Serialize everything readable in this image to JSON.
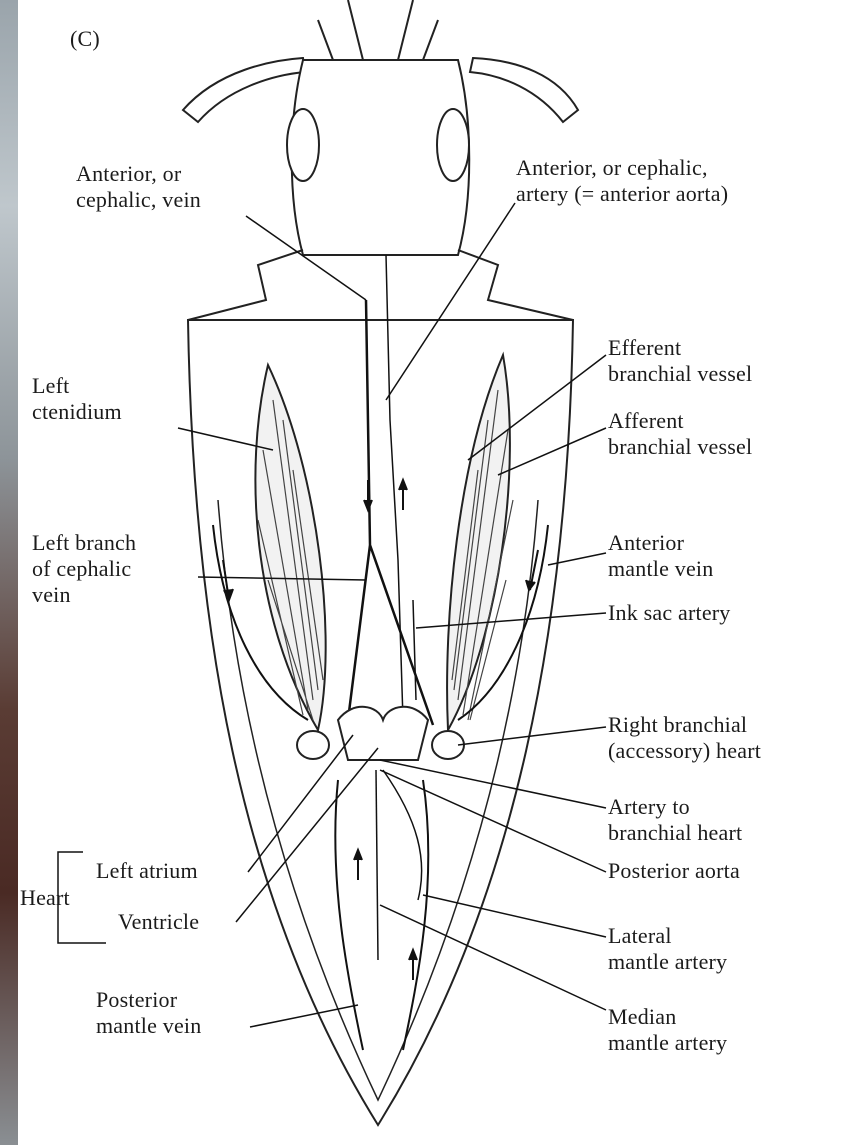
{
  "figure": {
    "panel_label": "(C)",
    "labels": {
      "anterior_cephalic_vein": [
        "Anterior, or",
        "cephalic, vein"
      ],
      "anterior_cephalic_artery": [
        "Anterior, or cephalic,",
        "artery (= anterior aorta)"
      ],
      "efferent_branchial_vessel": [
        "Efferent",
        "branchial vessel"
      ],
      "left_ctenidium": [
        "Left",
        "ctenidium"
      ],
      "afferent_branchial_vessel": [
        "Afferent",
        "branchial vessel"
      ],
      "left_branch_cephalic_vein": [
        "Left branch",
        "of cephalic",
        "vein"
      ],
      "anterior_mantle_vein": [
        "Anterior",
        "mantle vein"
      ],
      "ink_sac_artery": [
        "Ink sac artery"
      ],
      "right_branchial_heart": [
        "Right branchial",
        "(accessory) heart"
      ],
      "artery_to_branchial_heart": [
        "Artery to",
        "branchial heart"
      ],
      "left_atrium": [
        "Left atrium"
      ],
      "posterior_aorta": [
        "Posterior aorta"
      ],
      "heart": [
        "Heart"
      ],
      "ventricle": [
        "Ventricle"
      ],
      "lateral_mantle_artery": [
        "Lateral",
        "mantle artery"
      ],
      "posterior_mantle_vein": [
        "Posterior",
        "mantle vein"
      ],
      "median_mantle_artery": [
        "Median",
        "mantle artery"
      ]
    }
  }
}
